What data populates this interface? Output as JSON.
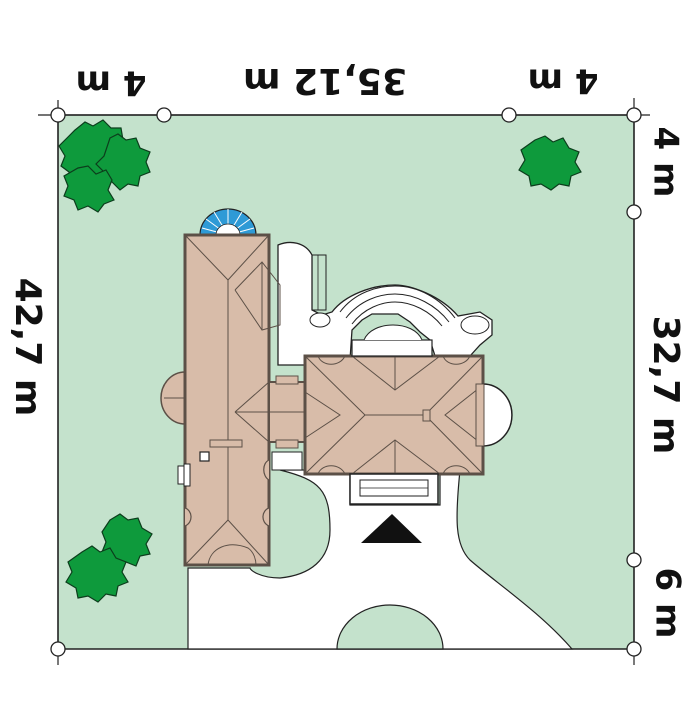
{
  "dimensions": {
    "top_left": "4 m",
    "top_center": "35,12 m",
    "top_right": "4 m",
    "left": "42,7 m",
    "right_top": "4 m",
    "right_middle": "32,7 m",
    "right_bottom": "6 m"
  },
  "colors": {
    "lawn": "#c4e2cc",
    "driveway": "#ffffff",
    "roof": "#d8bca9",
    "roof_stroke": "#5c5047",
    "tree": "#0e9a3c",
    "dome": "#2e9ad6",
    "outline": "#222222"
  },
  "icons": {
    "entrance": "entrance-arrow-icon",
    "tree": "tree-icon",
    "survey_point": "survey-point-icon"
  }
}
